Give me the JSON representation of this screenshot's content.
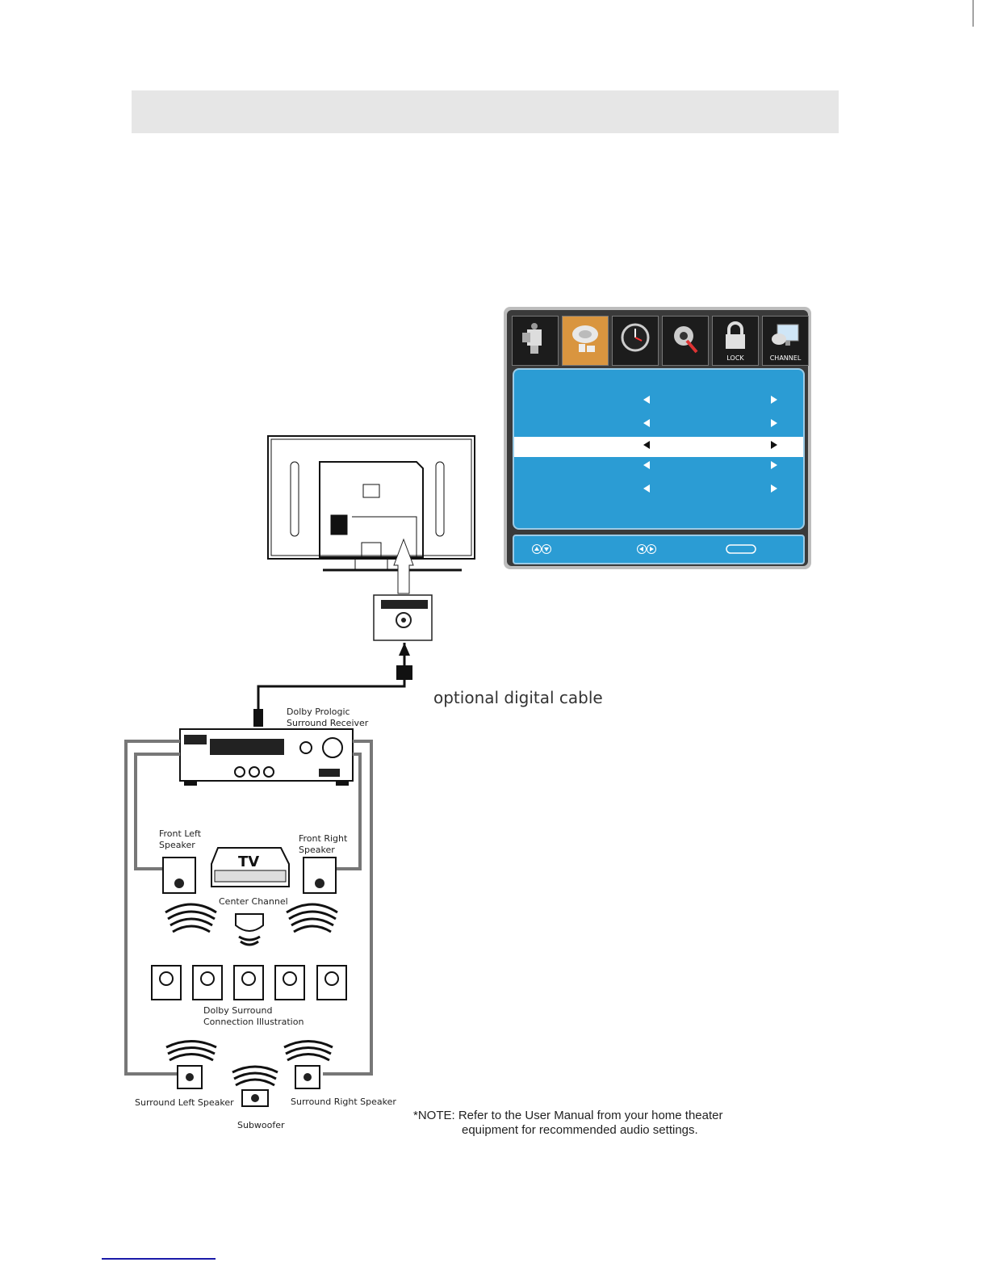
{
  "osd": {
    "tabs": [
      {
        "icon": "camera-icon",
        "label": ""
      },
      {
        "icon": "audio-icon",
        "label": ""
      },
      {
        "icon": "clock-icon",
        "label": ""
      },
      {
        "icon": "settings-icon",
        "label": ""
      },
      {
        "icon": "lock-icon",
        "label": "LOCK"
      },
      {
        "icon": "channel-icon",
        "label": "CHANNEL"
      }
    ],
    "active_tab": 1,
    "selected_row": 2,
    "row_count": 5,
    "footer_icons": [
      "up-down-icon",
      "left-right-icon",
      "exit-button-icon"
    ]
  },
  "diagram": {
    "receiver_label": "Dolby Prologic\nSurround Receiver",
    "front_left": "Front Left\nSpeaker",
    "front_right": "Front Right\nSpeaker",
    "tv_label": "TV",
    "center": "Center Channel",
    "illustration": "Dolby Surround\nConnection Illustration",
    "surround_left": "Surround Left Speaker",
    "surround_right": "Surround Right Speaker",
    "subwoofer": "Subwoofer",
    "cable_label": "optional digital cable"
  },
  "note": {
    "line1": "*NOTE: Refer to the User Manual from your home theater",
    "line2": "equipment for recommended audio settings."
  },
  "colors": {
    "osd_blue": "#2b9cd4",
    "osd_active_tab": "#d9953f",
    "header_gray": "#e6e6e6"
  }
}
